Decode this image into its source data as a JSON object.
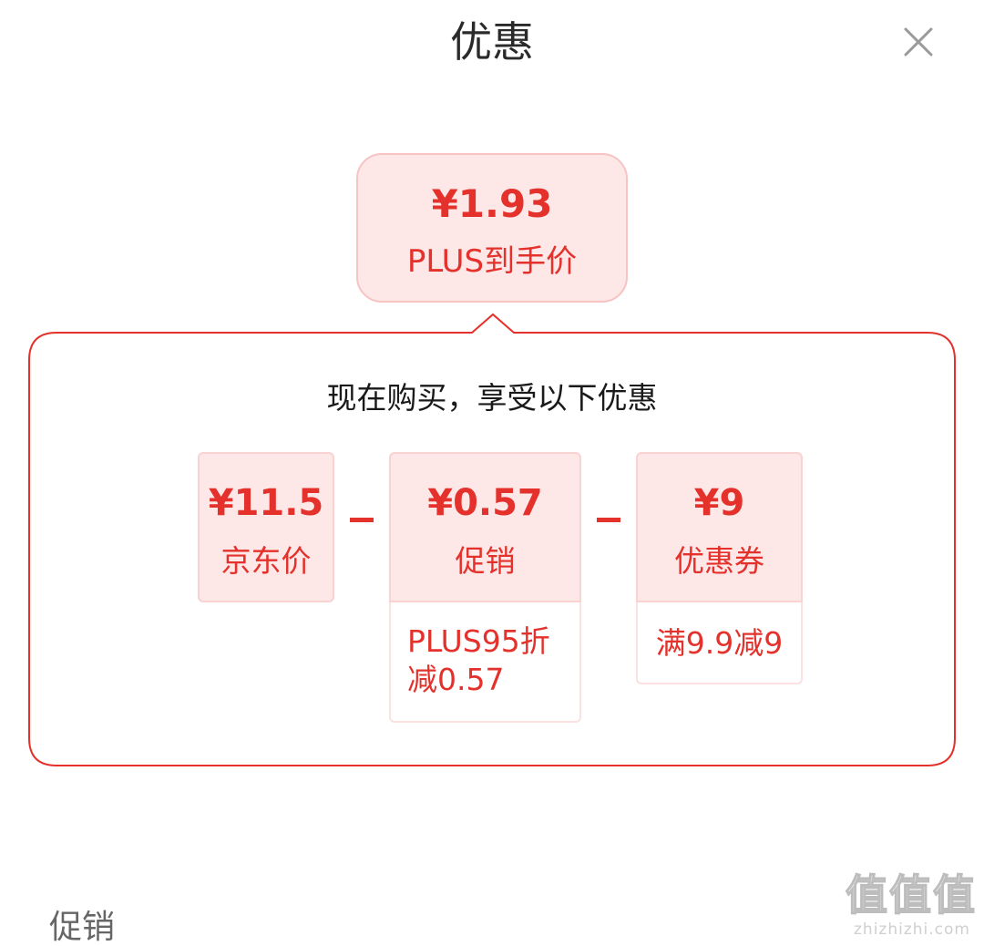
{
  "header": {
    "title": "优惠",
    "close_icon": "close-icon"
  },
  "final_price": {
    "amount": "¥1.93",
    "label": "PLUS到手价"
  },
  "breakdown": {
    "heading": "现在购买，享受以下优惠",
    "operator": "-",
    "items": [
      {
        "amount": "¥11.5",
        "label": "京东价"
      },
      {
        "amount": "¥0.57",
        "label": "促销",
        "detail": "PLUS95折减0.57"
      },
      {
        "amount": "¥9",
        "label": "优惠券",
        "detail": "满9.9减9"
      }
    ]
  },
  "section": {
    "label": "促销"
  },
  "watermark": {
    "glyphs": [
      "值",
      "值",
      "值"
    ],
    "domain": "zhizhizhi.com"
  },
  "colors": {
    "accent": "#e4312b",
    "card_bg": "#fde7e7",
    "panel_border": "#e4312b",
    "title_text": "#2a2a2a"
  }
}
